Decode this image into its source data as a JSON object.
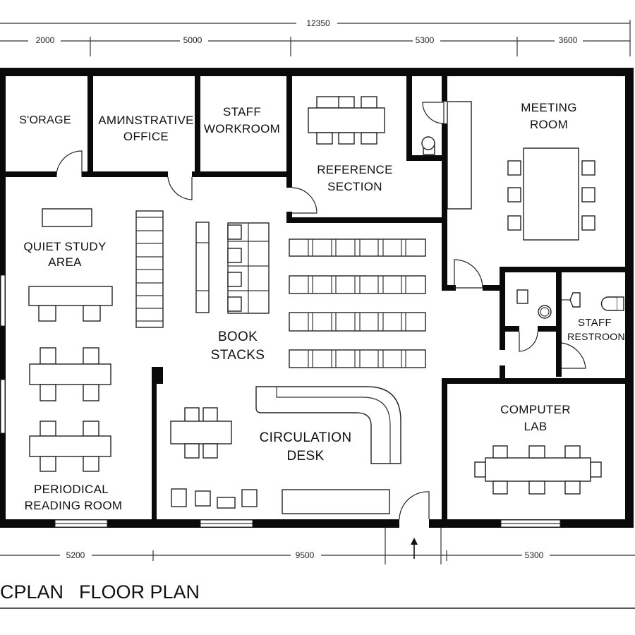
{
  "drawing": {
    "title_left": "CPLAN",
    "title_right": "FLOOR PLAN",
    "colors": {
      "wall": "#0a0a0a",
      "line": "#222222",
      "background": "#ffffff"
    }
  },
  "dimensions": {
    "overall": "12350",
    "top": [
      "2000",
      "5000",
      "5300",
      "3600"
    ],
    "bottom": [
      "5200",
      "9500",
      "5300"
    ]
  },
  "rooms": {
    "storage": {
      "line1": "S'ORAGE"
    },
    "admin_office": {
      "line1": "AMИNSTRATIVE",
      "line2": "OFFICE"
    },
    "staff_workroom": {
      "line1": "STAFF",
      "line2": "WORKROOM"
    },
    "reference_section": {
      "line1": "REFERENCE",
      "line2": "SECTION"
    },
    "meeting_room": {
      "line1": "MEETING",
      "line2": "ROOM"
    },
    "quiet_study": {
      "line1": "QUIET STUDY",
      "line2": "AREA"
    },
    "book_stacks": {
      "line1": "BOOK",
      "line2": "STACKS"
    },
    "staff_restroom": {
      "line1": "STAFF",
      "line2": "RESTROON"
    },
    "circulation_desk": {
      "line1": "CIRCULATION",
      "line2": "DESK"
    },
    "computer_lab": {
      "line1": "COMPUTER",
      "line2": "LAB"
    },
    "periodical_reading": {
      "line1": "PERIODICAL",
      "line2": "READING ROOM"
    }
  },
  "entrance": {
    "icon": "arrow-up-icon"
  }
}
